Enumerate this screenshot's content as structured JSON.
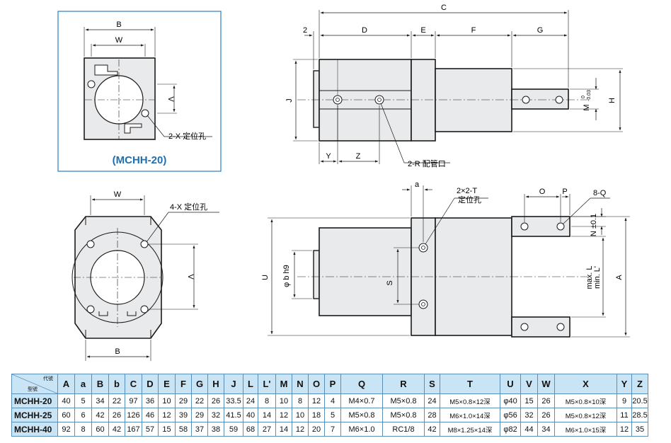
{
  "labels": {
    "B_top": "B",
    "W_top": "W",
    "V_top": "V",
    "X_note": "2-X 定位孔",
    "model_caption": "(MCHH-20)",
    "C": "C",
    "two": "2",
    "D": "D",
    "E": "E",
    "F": "F",
    "G": "G",
    "J": "J",
    "H": "H",
    "M_main": "M",
    "M_tol": "-0.03",
    "M_tol0": "0",
    "Y": "Y",
    "Z": "Z",
    "R_note": "2-R 配管口",
    "W_bot": "W",
    "X4_note": "4-X 定位孔",
    "V_bot": "V",
    "B_bot": "B",
    "a": "a",
    "T_note1": "2×2-T",
    "T_note2": "定位孔",
    "O": "O",
    "P": "P",
    "Q_note": "8-Q",
    "U": "U",
    "b_h9": "φ b h9",
    "S": "S",
    "N_tol": "N ±0.1",
    "L_max": "max. L",
    "L_min": "min. L'",
    "A": "A"
  },
  "table": {
    "corner_top": "代號",
    "corner_bottom": "型號",
    "columns": [
      "A",
      "a",
      "B",
      "b",
      "C",
      "D",
      "E",
      "F",
      "G",
      "H",
      "J",
      "L",
      "L'",
      "M",
      "N",
      "O",
      "P",
      "Q",
      "R",
      "S",
      "T",
      "U",
      "V",
      "W",
      "X",
      "Y",
      "Z"
    ],
    "rows": [
      {
        "model": "MCHH-20",
        "values": [
          "40",
          "5",
          "34",
          "22",
          "97",
          "36",
          "10",
          "29",
          "22",
          "26",
          "33.5",
          "24",
          "8",
          "10",
          "8",
          "12",
          "4",
          "M4×0.7",
          "M5×0.8",
          "24",
          "M5×0.8×12深",
          "φ40",
          "15",
          "26",
          "M5×0.8×10深",
          "9",
          "20.5"
        ]
      },
      {
        "model": "MCHH-25",
        "values": [
          "60",
          "6",
          "42",
          "26",
          "126",
          "46",
          "12",
          "39",
          "29",
          "32",
          "41.5",
          "40",
          "14",
          "12",
          "10",
          "18",
          "5",
          "M5×0.8",
          "M5×0.8",
          "28",
          "M6×1.0×14深",
          "φ56",
          "32",
          "26",
          "M5×0.8×12深",
          "11",
          "28.5"
        ]
      },
      {
        "model": "MCHH-40",
        "values": [
          "92",
          "8",
          "60",
          "42",
          "167",
          "57",
          "15",
          "58",
          "37",
          "38",
          "59",
          "68",
          "27",
          "14",
          "12",
          "20",
          "7",
          "M6×1.0",
          "RC1/8",
          "42",
          "M8×1.25×14深",
          "φ82",
          "44",
          "34",
          "M6×1.0×15深",
          "12",
          "35"
        ]
      }
    ]
  },
  "colors": {
    "body_fill": "#e9eaec",
    "line": "#1a1a1a",
    "accent": "#1f6fb0",
    "header_fill": "#c9e4f4",
    "table_border": "#5a8fb8"
  }
}
